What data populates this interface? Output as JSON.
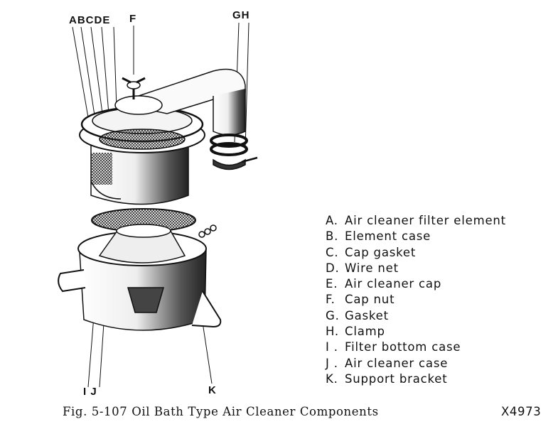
{
  "callouts": {
    "abcde": "ABCDE",
    "f": "F",
    "gh": "GH",
    "ij": "I J",
    "k": "K"
  },
  "legend": [
    {
      "key": "A.",
      "label": "Air cleaner filter element"
    },
    {
      "key": "B.",
      "label": "Element case"
    },
    {
      "key": "C.",
      "label": "Cap gasket"
    },
    {
      "key": "D.",
      "label": "Wire net"
    },
    {
      "key": "E.",
      "label": "Air cleaner cap"
    },
    {
      "key": "F.",
      "label": "Cap nut"
    },
    {
      "key": "G.",
      "label": "Gasket"
    },
    {
      "key": "H.",
      "label": "Clamp"
    },
    {
      "key": "I .",
      "label": "Filter bottom case"
    },
    {
      "key": "J .",
      "label": "Air cleaner case"
    },
    {
      "key": "K.",
      "label": "Support bracket"
    }
  ],
  "caption": "Fig. 5-107  Oil Bath Type Air Cleaner Components",
  "figure_code": "X4973"
}
